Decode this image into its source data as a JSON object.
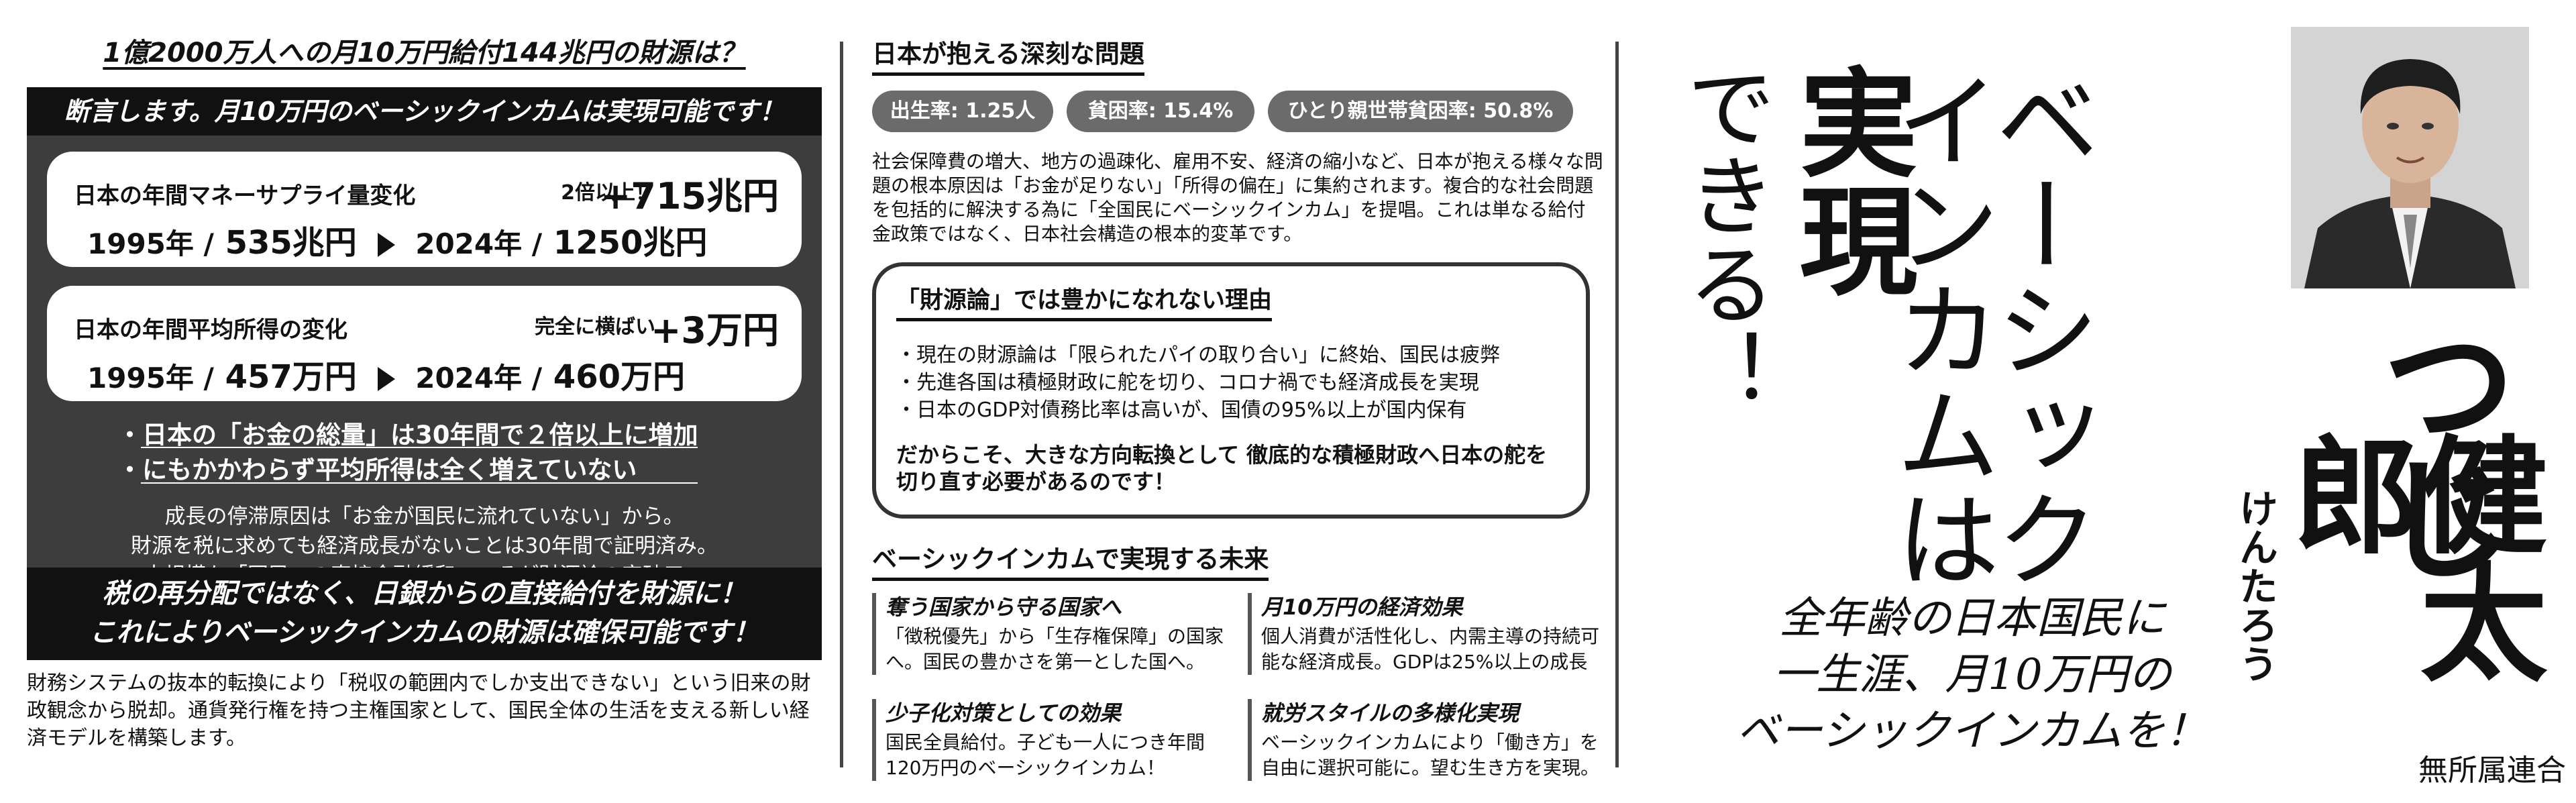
{
  "left": {
    "title": "1億2000万人への月10万円給付144兆円の財源は？",
    "banner": "断言します。月10万円のベーシックインカムは実現可能です！",
    "card1": {
      "label": "日本の年間マネーサプライ量変化",
      "note": "2倍以上！",
      "big": "+715兆円",
      "y1": "1995年 /",
      "v1": "535兆円",
      "y2": "2024年 /",
      "v2": "1250兆円"
    },
    "card2": {
      "label": "日本の年間平均所得の変化",
      "note": "完全に横ばい",
      "big": "+3万円",
      "y1": "1995年 /",
      "v1": "457万円",
      "y2": "2024年 /",
      "v2": "460万円"
    },
    "bullet1": "・日本の「お金の総量」は30年間で２倍以上に増加",
    "bullet2": "・にもかかわらず平均所得は全く増えていない",
    "para1": "成長の停滞原因は「お金が国民に流れていない」から。",
    "para2": "財源を税に求めても経済成長がないことは30年間で証明済み。",
    "para3": "大規模な「国民への直接金融緩和」こそが財源論の突破口。",
    "bottom1": "税の再分配ではなく、日銀からの直接給付を財源に！",
    "bottom2": "これによりベーシックインカムの財源は確保可能です！",
    "footer": "財務システムの抜本的転換により「税収の範囲内でしか支出できない」という旧来の財政観念から脱却。通貨発行権を持つ主権国家として、国民全体の生活を支える新しい経済モデルを構築します。"
  },
  "middle": {
    "title": "日本が抱える深刻な問題",
    "pills": [
      "出生率: 1.25人",
      "貧困率: 15.4%",
      "ひとり親世帯貧困率: 50.8%"
    ],
    "para": "社会保障費の増大、地方の過疎化、雇用不安、経済の縮小など、日本が抱える様々な問題の根本原因は「お金が足りない」「所得の偏在」に集約されます。複合的な社会問題を包括的に解決する為に「全国民にベーシックインカム」を提唱。これは単なる給付金政策ではなく、日本社会構造の根本的変革です。",
    "box_title": "「財源論」では豊かになれない理由",
    "box_items": [
      "・現在の財源論は「限られたパイの取り合い」に終始、国民は疲弊",
      "・先進各国は積極財政に舵を切り、コロナ禍でも経済成長を実現",
      "・日本のGDP対債務比率は高いが、国債の95%以上が国内保有"
    ],
    "box_strong": "だからこそ、大きな方向転換として 徹底的な積極財政へ日本の舵を切り直す必要があるのです！",
    "future_title": "ベーシックインカムで実現する未来",
    "future": [
      {
        "t": "奪う国家から守る国家へ",
        "d": "「徴税優先」から「生存権保障」の国家へ。国民の豊かさを第一とした国へ。"
      },
      {
        "t": "月10万円の経済効果",
        "d": "個人消費が活性化し、内需主導の持続可能な経済成長。GDPは25%以上の成長"
      },
      {
        "t": "少子化対策としての効果",
        "d": "国民全員給付。子ども一人につき年間120万円のベーシックインカム！"
      },
      {
        "t": "就労スタイルの多様化実現",
        "d": "ベーシックインカムにより「働き方」を自由に選択可能に。望む生き方を実現。"
      }
    ]
  },
  "right": {
    "headline1": "ベーシック",
    "headline2": "インカムは",
    "headline3": "実現",
    "headline4": "できる！",
    "slogan1": "全年齢の日本国民に",
    "slogan2": "一生涯、月10万円の",
    "slogan3": "ベーシックインカムを！",
    "name_main": "つじ",
    "name_sub": "健太郎",
    "name_kana": "けんたろう",
    "party": "無所属連合"
  },
  "colors": {
    "dark_panel": "#3d3d3d",
    "banner": "#111111",
    "pill": "#6b6b6b"
  }
}
